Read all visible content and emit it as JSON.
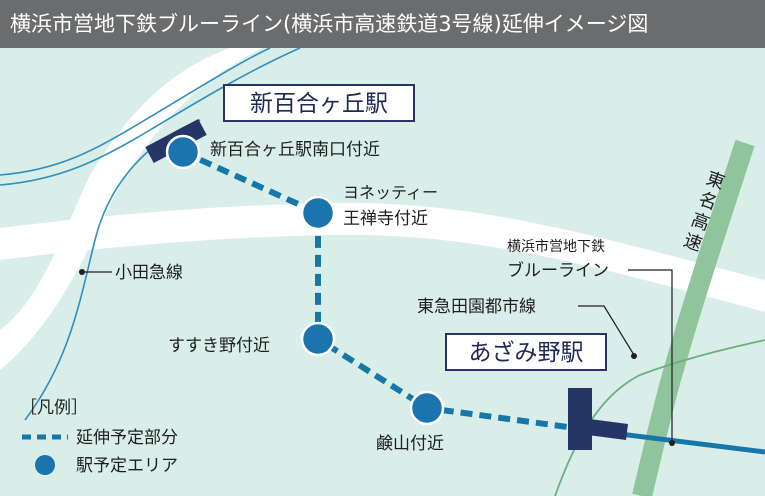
{
  "header": {
    "title": "横浜市営地下鉄ブルーライン(横浜市高速鉄道3号線)延伸イメージ図"
  },
  "stations": {
    "shinyurigaoka": "新百合ヶ丘駅",
    "azamino": "あざみ野駅"
  },
  "planned_areas": {
    "shinyurigaoka_south": "新百合ヶ丘駅南口付近",
    "yonetty_1": "ヨネッティー",
    "yonetty_2": "王禅寺付近",
    "susukino": "すすき野付近",
    "kanzan": "鹸山付近"
  },
  "lines": {
    "odakyu": "小田急線",
    "tokyu": "東急田園都市線",
    "blueline_1": "横浜市営地下鉄",
    "blueline_2": "ブルーライン",
    "tomei_1": "東",
    "tomei_2": "名",
    "tomei_3": "高",
    "tomei_4": "速"
  },
  "legend": {
    "title": "［凡例］",
    "extension": "延伸予定部分",
    "station_area": "駅予定エリア"
  },
  "colors": {
    "background": "#d9ede9",
    "road": "#ffffff",
    "water_line": "#2f8fbf",
    "expressway": "#8fc49c",
    "blue_line": "#1877a9",
    "station_block": "#243566",
    "planned_station": "#1c74ae",
    "header": "#6b6c6d"
  }
}
